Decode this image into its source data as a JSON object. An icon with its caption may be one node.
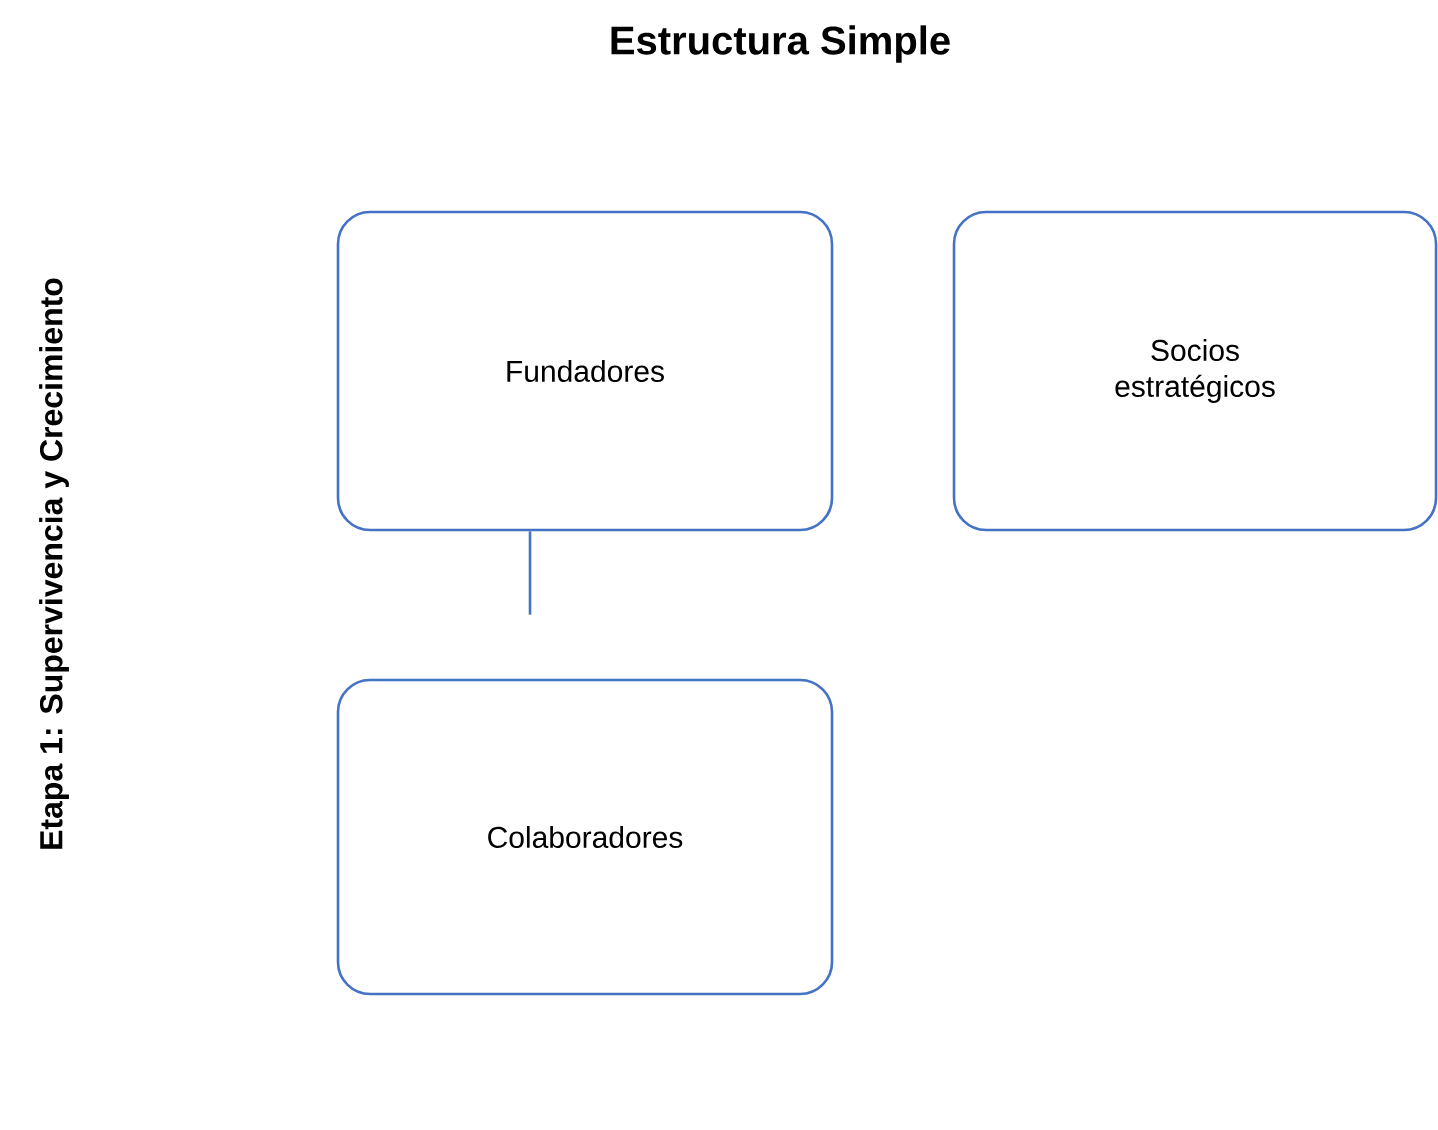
{
  "diagram": {
    "title": "Estructura Simple",
    "nodes": [
      {
        "text": [
          "Fundadores"
        ]
      },
      {
        "text": [
          "Socios estratégicos"
        ]
      },
      {
        "text": [
          "Colaboradores"
        ]
      }
    ],
    "edges": [
      {
        "from": 0,
        "to": 2,
        "arrow": "none"
      }
    ],
    "labels": [
      "Etapa 1: Supervivencia y Crecimiento"
    ]
  }
}
